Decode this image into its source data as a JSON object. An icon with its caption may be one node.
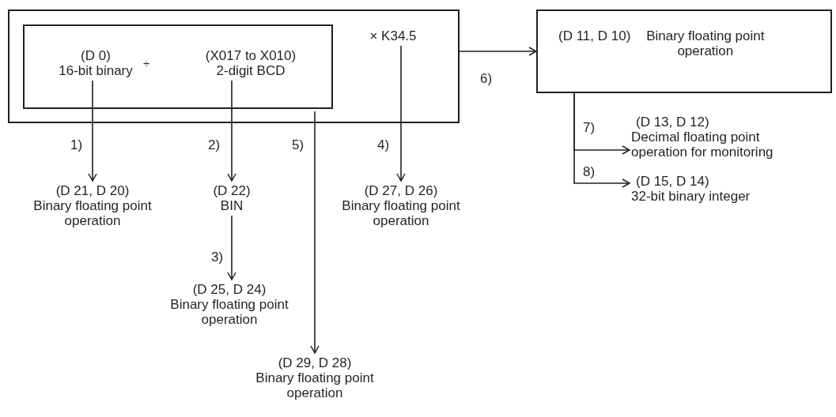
{
  "diagram": {
    "nodes": [
      {
        "text": [],
        "shape": "box"
      },
      {
        "text": [
          "÷"
        ],
        "in": 0
      },
      {
        "text": [
          "(D 0)",
          "16-bit binary"
        ],
        "in": 1
      },
      {
        "text": [
          "(X017 to X010)",
          "2-digit BCD"
        ],
        "in": 1
      },
      {
        "text": [
          "× K34.5"
        ],
        "in": 0
      },
      {
        "text": [
          "(D 11, D 10)",
          "Binary floating point operation"
        ]
      },
      {
        "text": [
          "(D 21, D 20)",
          "Binary floating point operation"
        ]
      },
      {
        "text": [
          "(D 22)",
          "BIN"
        ]
      },
      {
        "text": [
          "(D 27, D 26)",
          "Binary floating point operation"
        ]
      },
      {
        "text": [
          "(D 25, D 24)",
          "Binary floating point operation"
        ]
      },
      {
        "text": [
          "(D 29, D 28)",
          "Binary floating point operation"
        ]
      },
      {
        "text": [
          "(D 13, D 12)",
          "Decimal floating point operation for monitoring"
        ]
      },
      {
        "text": [
          "(D 15, D 14)",
          "32-bit binary integer"
        ]
      }
    ],
    "edges": [
      {
        "from": 2,
        "to": 6,
        "arrow": "to",
        "label": "1)"
      },
      {
        "from": 3,
        "to": 7,
        "arrow": "to",
        "label": "2)"
      },
      {
        "from": 7,
        "to": 9,
        "arrow": "to",
        "label": "3)"
      },
      {
        "from": 4,
        "to": 8,
        "arrow": "to",
        "label": "4)"
      },
      {
        "from": 1,
        "to": 10,
        "arrow": "to",
        "label": "5)"
      },
      {
        "from": 0,
        "to": 5,
        "arrow": "to",
        "label": "6)"
      },
      {
        "from": 5,
        "to": 11,
        "arrow": "to",
        "label": "7)"
      },
      {
        "from": 5,
        "to": 12,
        "arrow": "to",
        "label": "8)"
      }
    ]
  }
}
